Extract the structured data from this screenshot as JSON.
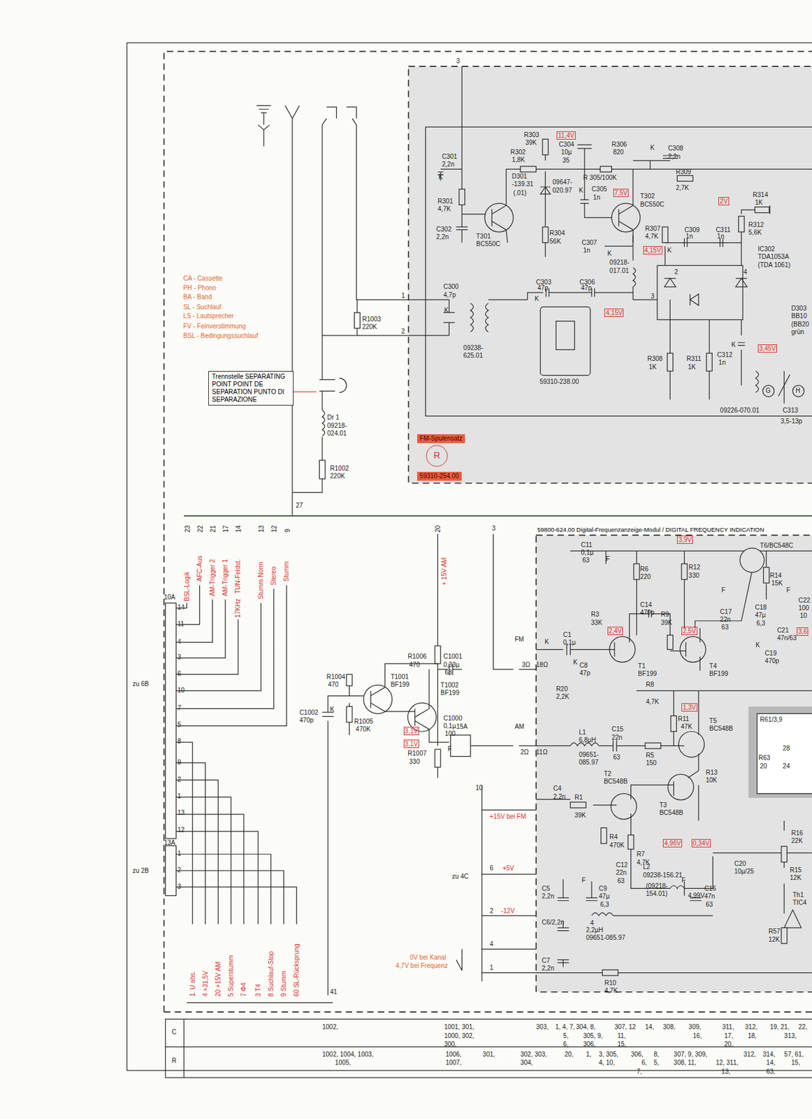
{
  "diagram": {
    "nodes": [
      {
        "text": [
          "FM-Spulensatz",
          "59310-254.00"
        ]
      },
      {
        "text": [
          "R"
        ],
        "in": 0
      },
      {
        "text": [
          "Trennstelle SEPARATING POINT POINT DE SEPARATION PUNTO DI SEPARAZIONE"
        ]
      },
      {
        "text": [
          "59800-624.00  Digital-Frequenzanzeige-Modul / DIGITAL FREQUENCY INDICATION"
        ]
      }
    ],
    "labels": [
      "3",
      "R303",
      "39K",
      "11,4V",
      "C304",
      "10µ",
      "35",
      "R306",
      "820",
      "K",
      "C308",
      "2,2n",
      "R302",
      "1,8K",
      "C301",
      "2,2n",
      "K",
      "R 305/100K",
      "R309",
      "2,7K",
      "D301",
      "-139.31",
      "(.01)",
      "09647-",
      "020.97",
      "K",
      "C305",
      "1n",
      "7,5V",
      "T302",
      "BC550C",
      "2V",
      "R314",
      "1K",
      "R301",
      "4,7K",
      "C302",
      "2,2n",
      "T301",
      "BC550C",
      "R304",
      "56K",
      "R307",
      "4,7K",
      "K",
      "C309",
      "1n",
      "C311",
      "1n",
      "R312",
      "5,6K",
      "C307",
      "1n",
      "K",
      "09218-",
      "017.01",
      "4,15V",
      "IC302",
      "TDA1053A",
      "(TDA 1061)",
      "2",
      "4",
      "3",
      "C303",
      "47p",
      "C306",
      "47p",
      "C300",
      "4,7p",
      "K",
      "K",
      "1",
      "2",
      "4,15V",
      "D303",
      "BB10",
      "(BB20",
      "grün",
      "3,45V",
      "K",
      "C312",
      "1n",
      "09238-",
      "625.01",
      "R1003",
      "220K",
      "R308",
      "1K",
      "R311",
      "1K",
      "59310-238.00",
      "09226-070.01",
      "C313",
      "3,5-13p",
      "G",
      "H",
      "Dr 1",
      "09218-",
      "024.01",
      "R1002",
      "220K",
      "27",
      "CA - Cassette",
      "PH - Phono",
      "BA - Band",
      "SL - Suchlauf",
      "LS - Lautsprecher",
      "FV - Feinverstimmung",
      "BSL - Bedingungssuchlauf",
      "23",
      "22",
      "21",
      "17",
      "14",
      "13",
      "12",
      "9",
      "BSL-Logik",
      "AFC-Aus",
      "AM-Trigger 2",
      "AM-Trigger 1",
      "TUN-Feldst.",
      "17KHz",
      "Stumm Norm",
      "Stereo",
      "Stumm",
      "10A",
      "14",
      "11",
      "4",
      "3",
      "6",
      "10",
      "7",
      "5",
      "8",
      "9",
      "2",
      "1",
      "13",
      "12",
      "zu 6B",
      "13A",
      "1",
      "2",
      "3",
      "zu 2B",
      "1. U abs.",
      "4 +31,5V",
      "20 +15V AM",
      "5 Superstumm",
      "7 Φ4",
      "3 T4",
      "8 Suchlauf-Stop",
      "9 Stumm",
      "60 SL-Rücksprung",
      "41",
      "20",
      "+ 15V AM",
      "3",
      "R1006",
      "470",
      "C1001",
      "0,33µ",
      "63",
      "R1004",
      "470",
      "T1001",
      "BF199",
      "T1002",
      "BF199",
      "R1005",
      "470K",
      "C1002",
      "470p",
      "K",
      "C1000",
      "0,1µ",
      "100",
      "3,1V",
      "3,1V",
      "15A",
      "F",
      "R1007",
      "330",
      "AM",
      "2Ω",
      "11Ω",
      "FM",
      "3Ω",
      "18Ω",
      "C11",
      "0,1µ",
      "63",
      "F",
      "3,9V",
      "T6/BC548C",
      "R6",
      "220",
      "R12",
      "330",
      "R14",
      "15K",
      "C14",
      "470p",
      "F",
      "C17",
      "22n",
      "63",
      "C18",
      "47µ",
      "6,3",
      "F",
      "C21",
      "47n/63",
      "C22",
      "100",
      "10",
      "K",
      "C1",
      "0,1µ",
      "R3",
      "33K",
      "2,4V",
      "R9",
      "39K",
      "2,5V",
      "K",
      "C19",
      "470p",
      "3,6",
      "K",
      "C8",
      "47p",
      "T1",
      "BF199",
      "T4",
      "BF199",
      "R20",
      "2,2K",
      "R8",
      "4,7K",
      "1,3V",
      "T5",
      "BC548B",
      "R11",
      "47K",
      "L1",
      "6,8µH",
      "C15",
      "22n",
      "63",
      "09651-",
      "085.97",
      "R5",
      "150",
      "R13",
      "10K",
      "T3",
      "BC548B",
      "T2",
      "BC548B",
      "R61/3,9",
      "R63",
      "20",
      "28",
      "24",
      "10",
      "+15V bei FM",
      "C4",
      "2,2n",
      "R1",
      "39K",
      "R4",
      "470K",
      "R7",
      "4,7K",
      "4,96V",
      "0,34V",
      "C12",
      "22n",
      "63",
      "L2",
      "09238-156.21",
      "(09218-",
      "154.01)",
      "4,99V",
      "C20",
      "10µ/25",
      "R16",
      "22K",
      "R15",
      "12K",
      "Th1",
      "TIC4",
      "zu 4C",
      "6",
      "+5V",
      "C5",
      "2,2n",
      "F",
      "C9",
      "47µ",
      "6,3",
      "F",
      "C16",
      "47n",
      "63",
      "2",
      "-12V",
      "C6/2,2n",
      "4",
      "2,2µH",
      "09651-085.97",
      "R57",
      "12K",
      "4",
      "C7",
      "2,2n",
      "1",
      "R10",
      "4,7K",
      "0V bei Kanal",
      "4,7V bei Frequenz",
      "C",
      "R",
      "1002,",
      "1001, 301,",
      "1000, 302,",
      "300,",
      "303,",
      "1, 4, 7,",
      "5,",
      "6,",
      "304, 8,",
      "305, 9,",
      "306,",
      "307, 12",
      "11,",
      "15,",
      "14,",
      "308,",
      "309,",
      "16,",
      "311,",
      "17,",
      "20,",
      "312,",
      "18,",
      "19, 21,",
      "313,",
      "22,",
      "1002, 1004, 1003,",
      "1005,",
      "1006,",
      "1007,",
      "301,",
      "302, 303,",
      "304,",
      "20,",
      "1,",
      "3, 305,",
      "4, 10,",
      "306,",
      "6,",
      "7,",
      "8,",
      "5,",
      "307, 9, 309,",
      "308, 11,",
      "12, 311,",
      "13,",
      "312,",
      "314,",
      "14,",
      "63,",
      "57, 61,",
      "15,"
    ]
  }
}
